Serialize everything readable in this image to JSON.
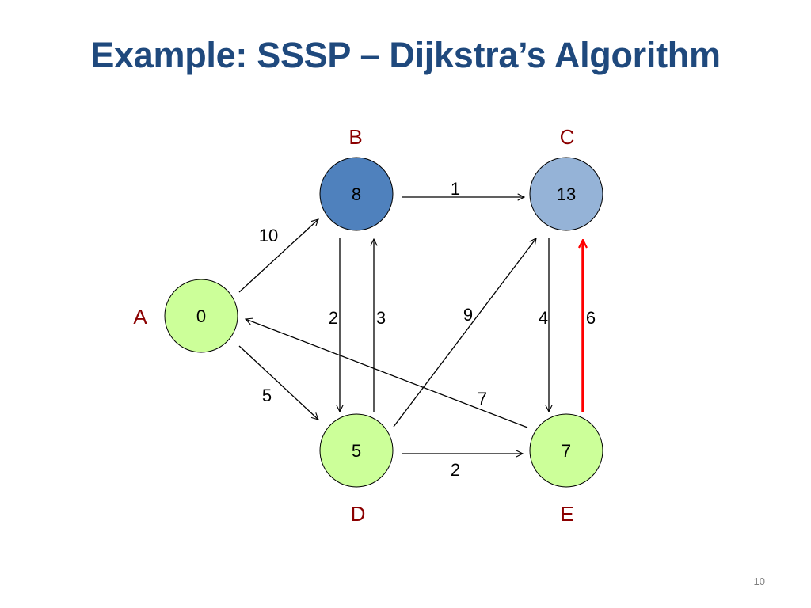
{
  "slide": {
    "title": "Example: SSSP – Dijkstra’s Algorithm",
    "page_number": "10"
  },
  "nodes": {
    "A": {
      "label": "A",
      "value": "0",
      "fill": "#ccff99"
    },
    "B": {
      "label": "B",
      "value": "8",
      "fill": "#4f81bd"
    },
    "C": {
      "label": "C",
      "value": "13",
      "fill": "#95b3d7"
    },
    "D": {
      "label": "D",
      "value": "5",
      "fill": "#ccff99"
    },
    "E": {
      "label": "E",
      "value": "7",
      "fill": "#ccff99"
    }
  },
  "edges": [
    {
      "from": "A",
      "to": "B",
      "weight": "10"
    },
    {
      "from": "A",
      "to": "D",
      "weight": "5"
    },
    {
      "from": "B",
      "to": "C",
      "weight": "1"
    },
    {
      "from": "B",
      "to": "D",
      "weight": "2"
    },
    {
      "from": "D",
      "to": "B",
      "weight": "3"
    },
    {
      "from": "D",
      "to": "C",
      "weight": "9"
    },
    {
      "from": "C",
      "to": "E",
      "weight": "4"
    },
    {
      "from": "E",
      "to": "C",
      "weight": "6",
      "highlighted": true
    },
    {
      "from": "D",
      "to": "E",
      "weight": "2"
    },
    {
      "from": "E",
      "to": "A",
      "weight": "7"
    }
  ],
  "colors": {
    "title": "#1f497d",
    "node_label": "#8b0000",
    "edge": "#000000",
    "highlight_edge": "#ff0000"
  }
}
